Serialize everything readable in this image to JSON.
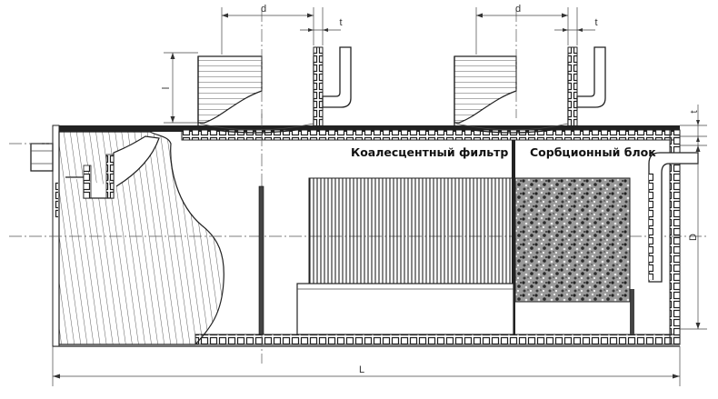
{
  "labels": {
    "coalescent_filter": "Коалесцентный фильтр",
    "sorption_block": "Сорбционный блок"
  },
  "dimensions": {
    "d1": "d",
    "t1": "t",
    "d2": "d",
    "t2": "t",
    "l": "l",
    "t3": "t",
    "D": "D",
    "L": "L"
  }
}
